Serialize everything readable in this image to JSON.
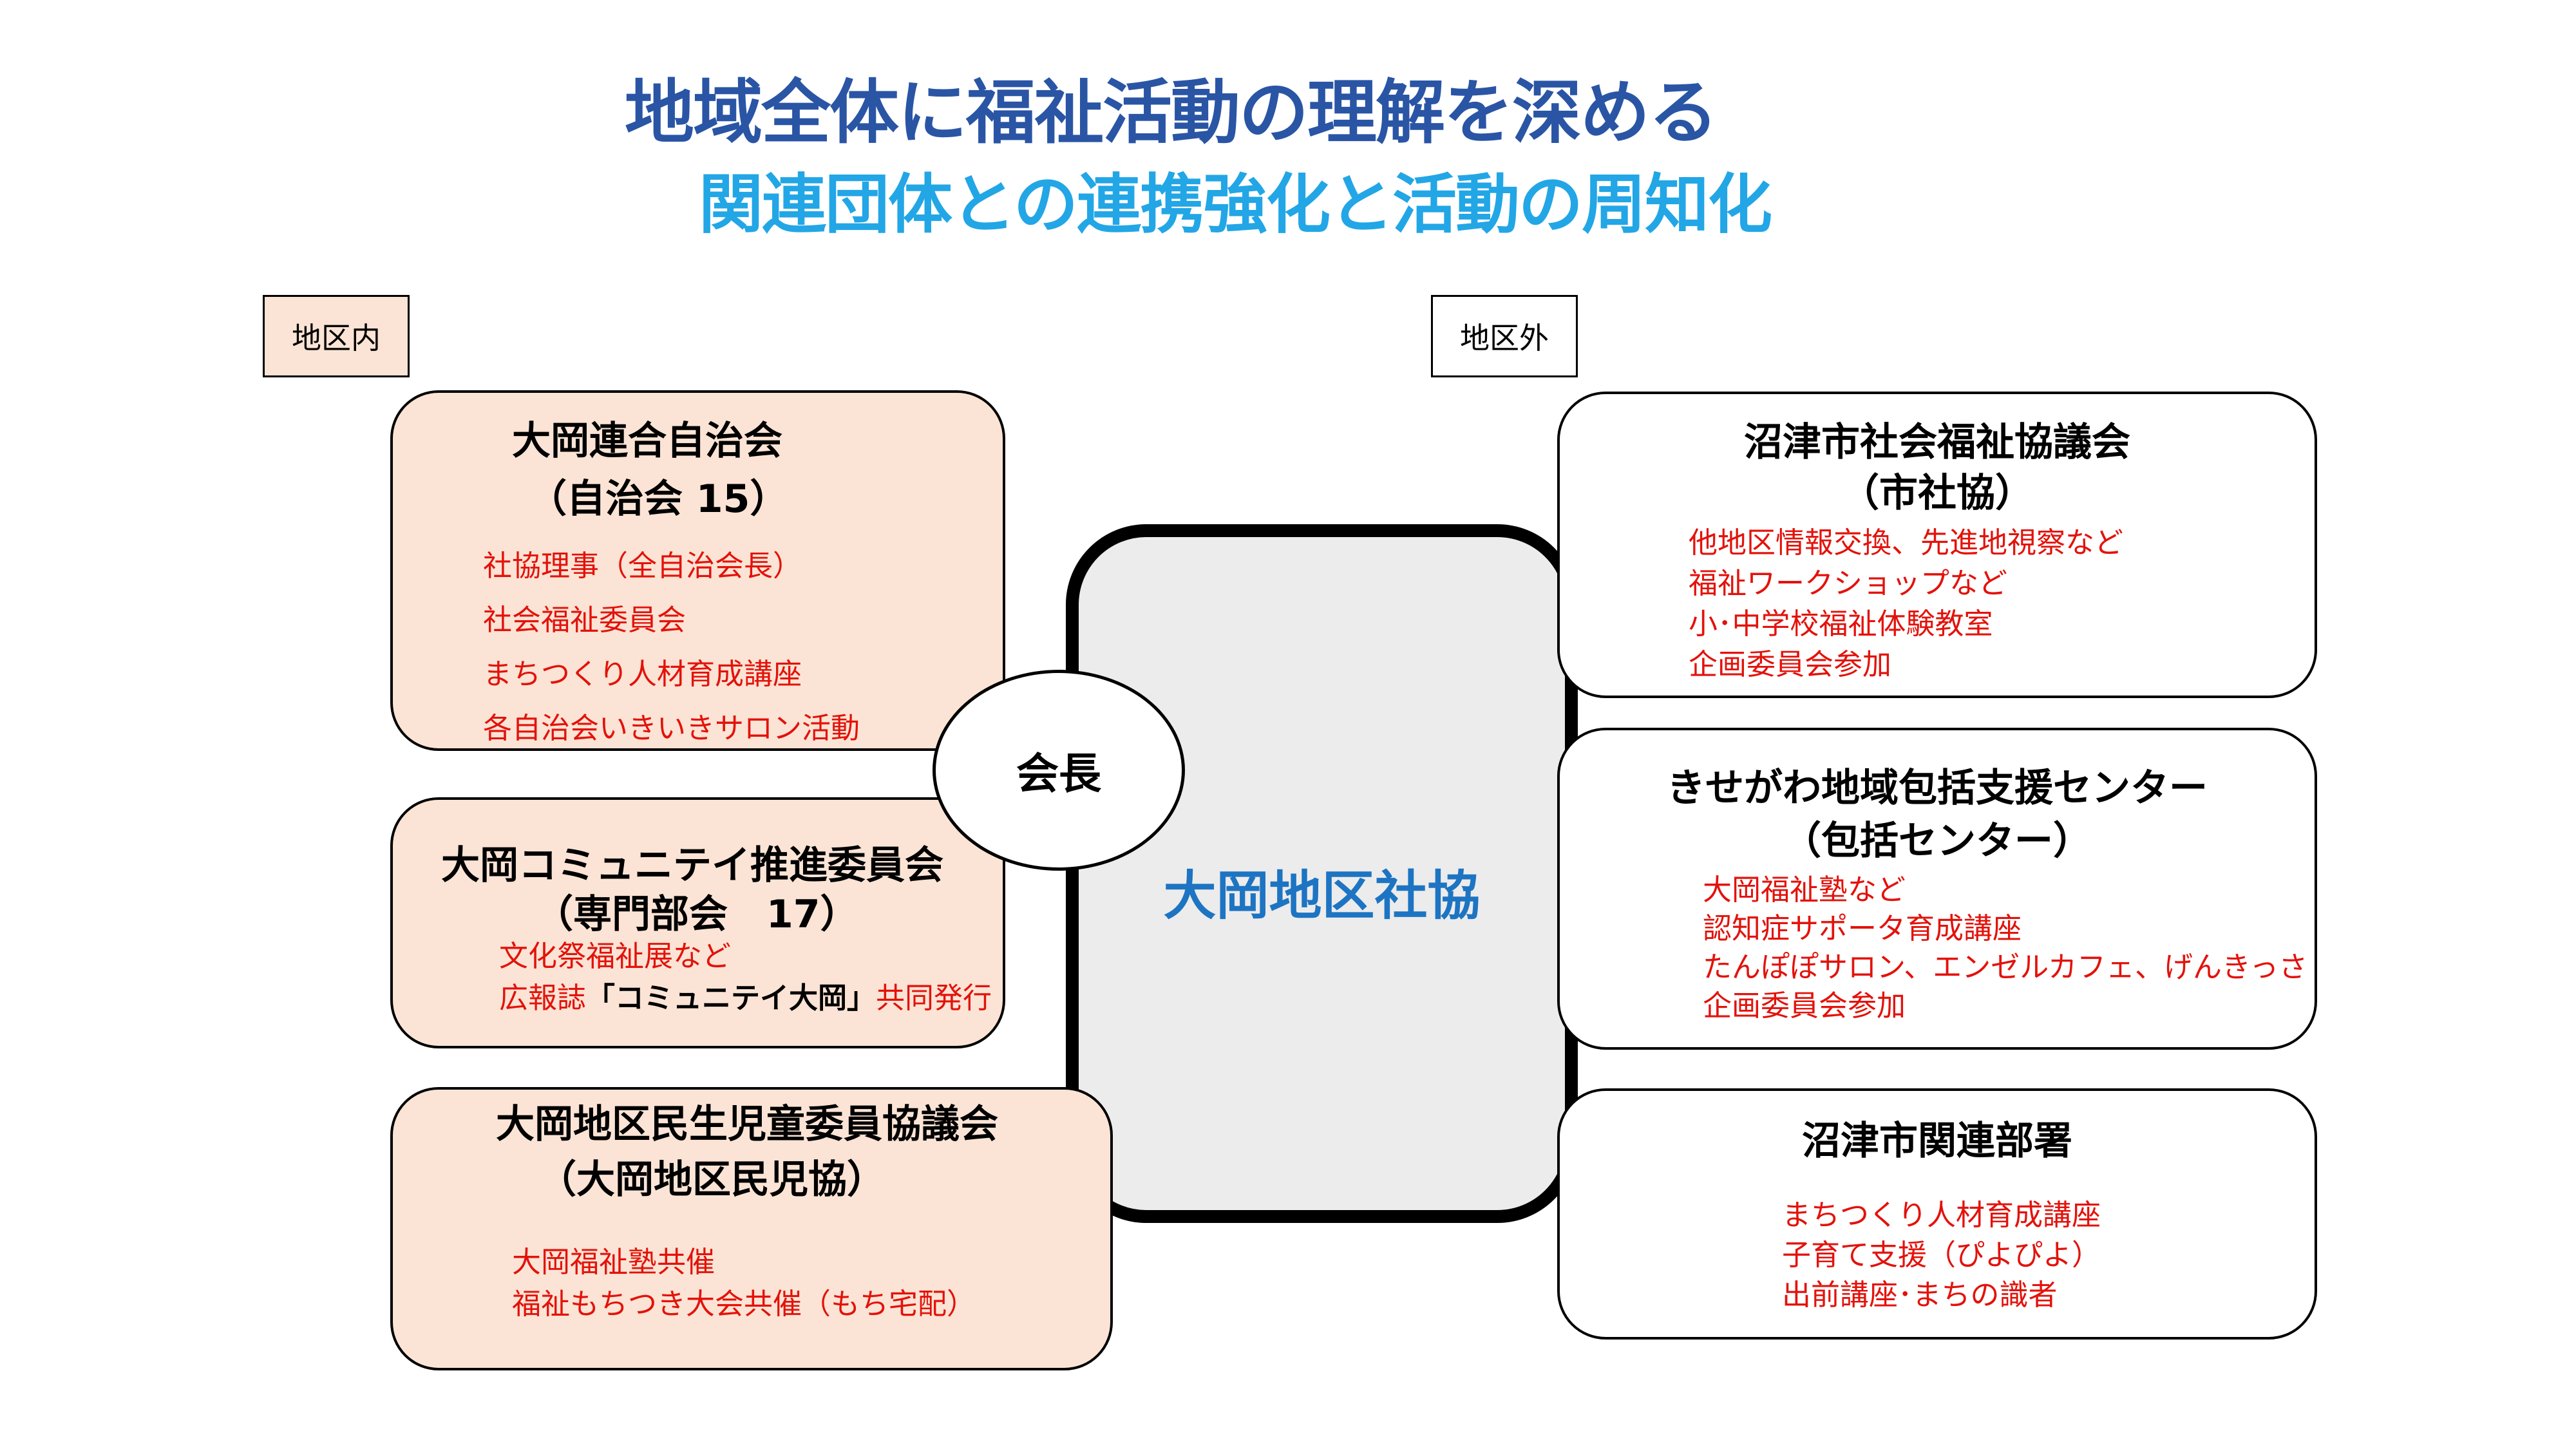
{
  "title": {
    "main": "地域全体に福祉活動の理解を深める",
    "sub": "関連団体との連携強化と活動の周知化"
  },
  "tags": {
    "inside": "地区内",
    "outside": "地区外"
  },
  "center": {
    "label": "大岡地区社協",
    "chair": "会長"
  },
  "inside_boxes": [
    {
      "heading": "大岡連合自治会",
      "subheading": "（自治会 15）",
      "items": [
        "社協理事（全自治会長）",
        "社会福祉委員会",
        "まちつくり人材育成講座",
        "各自治会いきいきサロン活動"
      ]
    },
    {
      "heading": "大岡コミュニテイ推進委員会",
      "subheading": "（専門部会　17）",
      "items": [
        "文化祭福祉展など"
      ],
      "special_item": {
        "before": "広報誌",
        "bold": "「コミュニテイ大岡」",
        "after": "共同発行"
      }
    },
    {
      "heading": "大岡地区民生児童委員協議会",
      "subheading": "（大岡地区民児協）",
      "items": [
        "大岡福祉塾共催",
        "福祉もちつき大会共催（もち宅配）"
      ]
    }
  ],
  "outside_boxes": [
    {
      "heading": "沼津市社会福祉協議会",
      "subheading": "（市社協）",
      "items": [
        "他地区情報交換、先進地視察など",
        "福祉ワークショップなど",
        "小･中学校福祉体験教室",
        "企画委員会参加"
      ]
    },
    {
      "heading": "きせがわ地域包括支援センター",
      "subheading": "（包括センター）",
      "items": [
        "大岡福祉塾など",
        "認知症サポータ育成講座",
        "たんぽぽサロン、エンゼルカフェ、げんきっさ",
        "企画委員会参加"
      ]
    },
    {
      "heading": "沼津市関連部署",
      "items": [
        "まちつくり人材育成講座",
        "子育て支援（ぴよぴよ）",
        "出前講座･まちの識者"
      ]
    }
  ],
  "colors": {
    "title_main": "#2a55a5",
    "title_sub": "#22a6e6",
    "item_text": "#e3120b",
    "inside_fill": "#fbe4d5",
    "core_fill": "#ececec",
    "core_label": "#1d74c2"
  }
}
